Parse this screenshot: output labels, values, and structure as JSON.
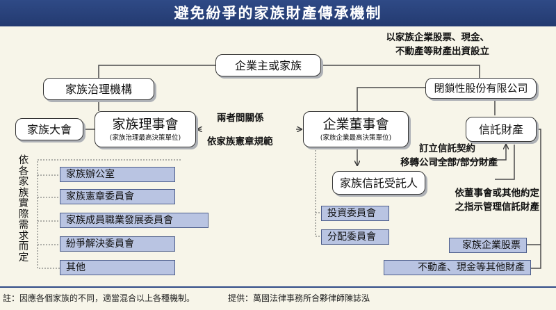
{
  "title": "避免紛爭的家族財產傳承機制",
  "top_note": [
    "以家族企業股票、現金、",
    "不動產等財產出資設立"
  ],
  "nodes": {
    "owner": "企業主或家族",
    "governance": "家族治理機構",
    "holding": "閉鎖性股份有限公司",
    "assembly": "家族大會",
    "council": {
      "name": "家族理事會",
      "sub": "(家族治理最高決策單位)"
    },
    "board": {
      "name": "企業董事會",
      "sub": "(家族企業最高決策單位)"
    },
    "trust": "信託財產",
    "trustee": "家族信託受託人"
  },
  "relation": {
    "line1": "兩者間關係",
    "line2": "依家族憲章規範"
  },
  "contract_note": [
    "訂立信託契約",
    "移轉公司全部/部分財產"
  ],
  "manage_note": [
    "依董事會或其他約定",
    "之指示管理信託財產"
  ],
  "vertical_note": "依各家族實際需求而定",
  "family_committees": [
    "家族辦公室",
    "家族憲章委員會",
    "家族成員職業發展委員會",
    "紛爭解決委員會",
    "其他"
  ],
  "board_committees": [
    "投資委員會",
    "分配委員會"
  ],
  "trust_assets": [
    "家族企業股票",
    "不動產、現金等其他財產"
  ],
  "footer": {
    "note": "註：因應各個家族的不同，適當混合以上各種機制。",
    "source": "提供：萬國法律事務所合夥律師陳誌泓"
  },
  "colors": {
    "title_bg": "#2f4a86",
    "committee_fill": "#b9c4e2",
    "connector": "#4a4a4a"
  }
}
